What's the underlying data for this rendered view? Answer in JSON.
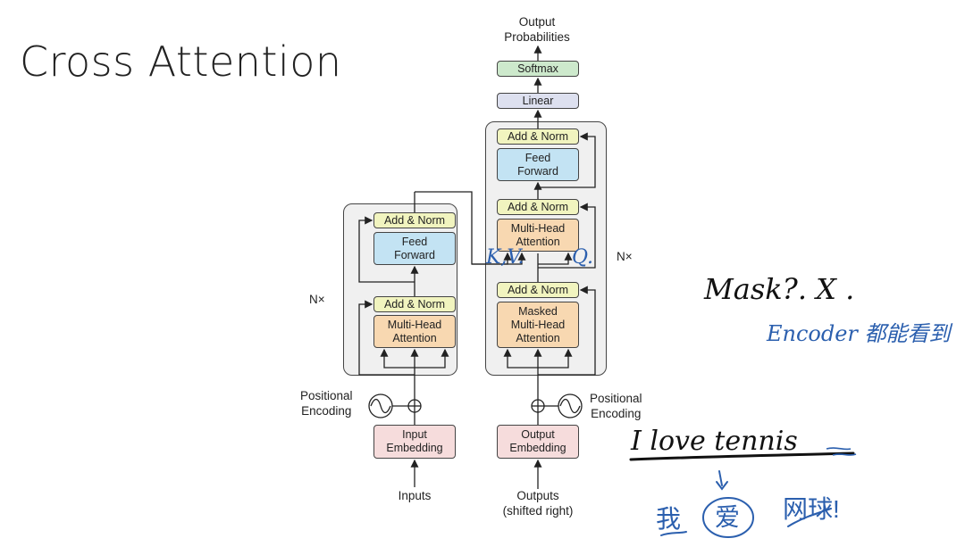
{
  "title": "Cross Attention",
  "diagram": {
    "output_probabilities": "Output\nProbabilities",
    "softmax": "Softmax",
    "linear": "Linear",
    "encoder": {
      "add_norm_top": "Add & Norm",
      "feed_forward": "Feed\nForward",
      "add_norm_bottom": "Add & Norm",
      "multi_head_attention": "Multi-Head\nAttention",
      "nx": "N×"
    },
    "decoder": {
      "add_norm_top": "Add & Norm",
      "feed_forward": "Feed\nForward",
      "add_norm_mid": "Add & Norm",
      "multi_head_attention": "Multi-Head\nAttention",
      "add_norm_bottom": "Add & Norm",
      "masked_attention": "Masked\nMulti-Head\nAttention",
      "nx": "N×"
    },
    "positional_encoding_left": "Positional\nEncoding",
    "positional_encoding_right": "Positional\nEncoding",
    "input_embedding": "Input\nEmbedding",
    "output_embedding": "Output\nEmbedding",
    "inputs": "Inputs",
    "outputs": "Outputs\n(shifted right)"
  },
  "annotations": {
    "kv": "K,V.",
    "q": "Q.",
    "mask_note": "Mask?.  X .",
    "encoder_note": "Encoder 都能看到",
    "sentence": "I  love  tennis",
    "translation_1": "我",
    "translation_2": "爱",
    "translation_3": "网球!"
  },
  "colors": {
    "add_norm": "#f1f4bf",
    "feed_forward": "#c3e3f3",
    "attention": "#f8d8b1",
    "embedding": "#f6dcdc",
    "linear": "#dde0ef",
    "softmax": "#cde9cc",
    "ink_blue": "#2b5fae"
  }
}
